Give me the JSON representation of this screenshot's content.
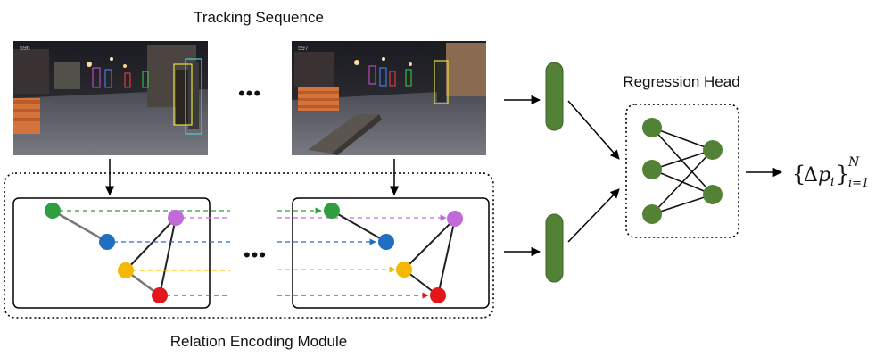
{
  "titles": {
    "tracking_sequence": "Tracking Sequence",
    "relation_encoding_module": "Relation Encoding Module",
    "regression_head": "Regression Head"
  },
  "output": {
    "brace_open": "{",
    "delta": "Δ",
    "p": "p",
    "p_sub": "i",
    "brace_close": "}",
    "lower": "i=1",
    "upper": "N"
  },
  "frame_ids": [
    "596",
    "597"
  ],
  "ellipsis": "•••",
  "node_colors": {
    "green": "#2e9e3e",
    "blue": "#1f6fc0",
    "purple": "#c26ad9",
    "yellow": "#f5b800",
    "red": "#e3161a",
    "feature_bar": "#538135",
    "regression_node": "#538135"
  },
  "icons": [
    "feature-vector-icon",
    "neural-network-icon",
    "arrow-icon"
  ]
}
